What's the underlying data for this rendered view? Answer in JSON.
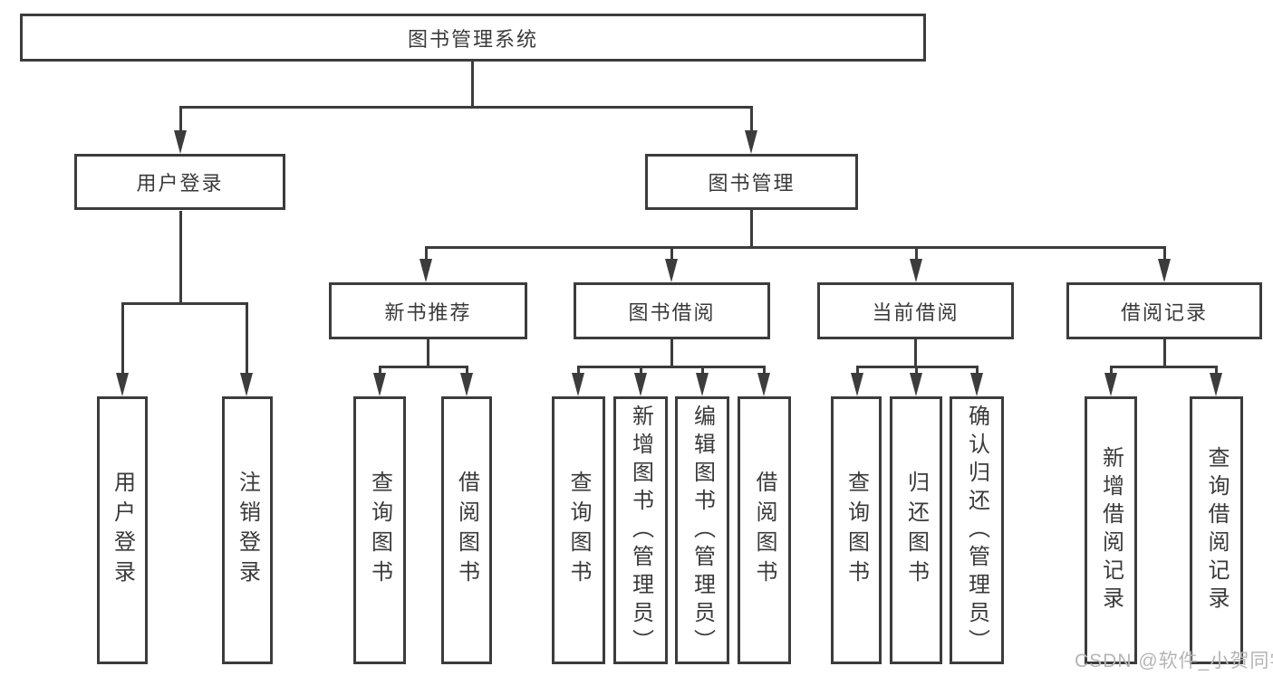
{
  "colors": {
    "line": "#3c3c3c",
    "text": "#3a3a3a",
    "background": "#ffffff",
    "watermark_text_color": "#b5b5b5"
  },
  "watermark": {
    "text": "CSDN @软件_小贺同学"
  },
  "nodes": {
    "root": "图书管理系统",
    "userLogin": "用户登录",
    "bookMgmt": "图书管理",
    "newBookRec": "新书推荐",
    "bookBorrow": "图书借阅",
    "currentBorrow": "当前借阅",
    "borrowRecords": "借阅记录",
    "uLogin": "用户登录",
    "uLogout": "注销登录",
    "nQuery": "查询图书",
    "nBorrow": "借阅图书",
    "bQuery": "查询图书",
    "bAdd": "新增图书（管理员）",
    "bEdit": "编辑图书（管理员）",
    "bBorrow": "借阅图书",
    "cQuery": "查询图书",
    "cReturn": "归还图书",
    "cConfirm": "确认归还（管理员）",
    "rAdd": "新增借阅记录",
    "rQuery": "查询借阅记录"
  },
  "hierarchy": {
    "图书管理系统": {
      "用户登录": [
        "用户登录",
        "注销登录"
      ],
      "图书管理": {
        "新书推荐": [
          "查询图书",
          "借阅图书"
        ],
        "图书借阅": [
          "查询图书",
          "新增图书（管理员）",
          "编辑图书（管理员）",
          "借阅图书"
        ],
        "当前借阅": [
          "查询图书",
          "归还图书",
          "确认归还（管理员）"
        ],
        "借阅记录": [
          "新增借阅记录",
          "查询借阅记录"
        ]
      }
    }
  }
}
